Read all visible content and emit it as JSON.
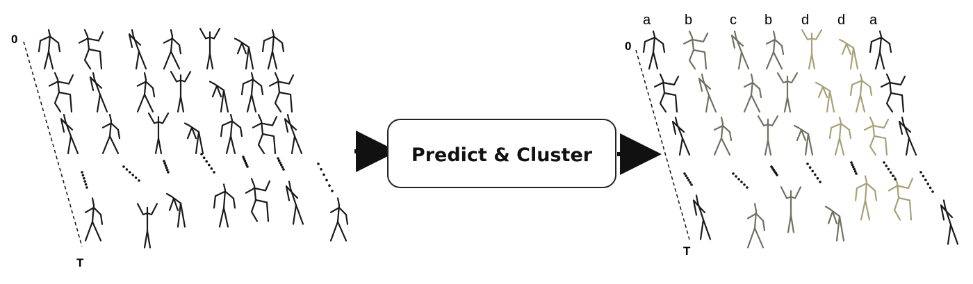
{
  "left_panel": {
    "time_start_label": "0",
    "time_end_label": "T"
  },
  "process_box": {
    "label": "Predict & Cluster"
  },
  "right_panel": {
    "time_start_label": "0",
    "time_end_label": "T",
    "cluster_labels": [
      "a",
      "b",
      "c",
      "b",
      "d",
      "d",
      "a"
    ],
    "cluster_colors": {
      "a": "#1a1a1a",
      "b": "#707060",
      "c": "#707060",
      "d": "#a8a078"
    }
  },
  "colors": {
    "figure": "#1a1a1a",
    "box_border": "#222222",
    "box_fill": "#ffffff",
    "arrow": "#111111"
  }
}
